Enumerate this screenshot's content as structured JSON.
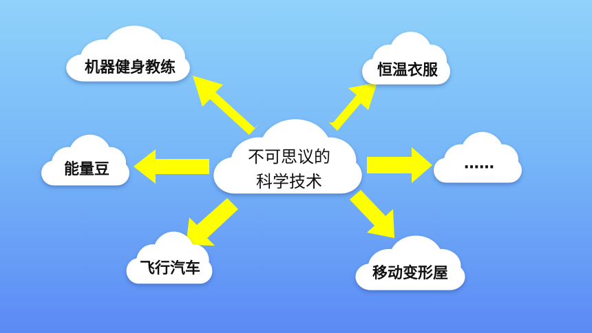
{
  "center": {
    "line1": "不可思议的",
    "line2": "科学技术"
  },
  "nodes": {
    "top_left": "机器健身教练",
    "top_right": "恒温衣服",
    "left": "能量豆",
    "right": "……",
    "bottom_left": "飞行汽车",
    "bottom_right": "移动变形屋"
  },
  "colors": {
    "arrow": "#ffff00",
    "cloud": "#ffffff",
    "text": "#111111"
  }
}
